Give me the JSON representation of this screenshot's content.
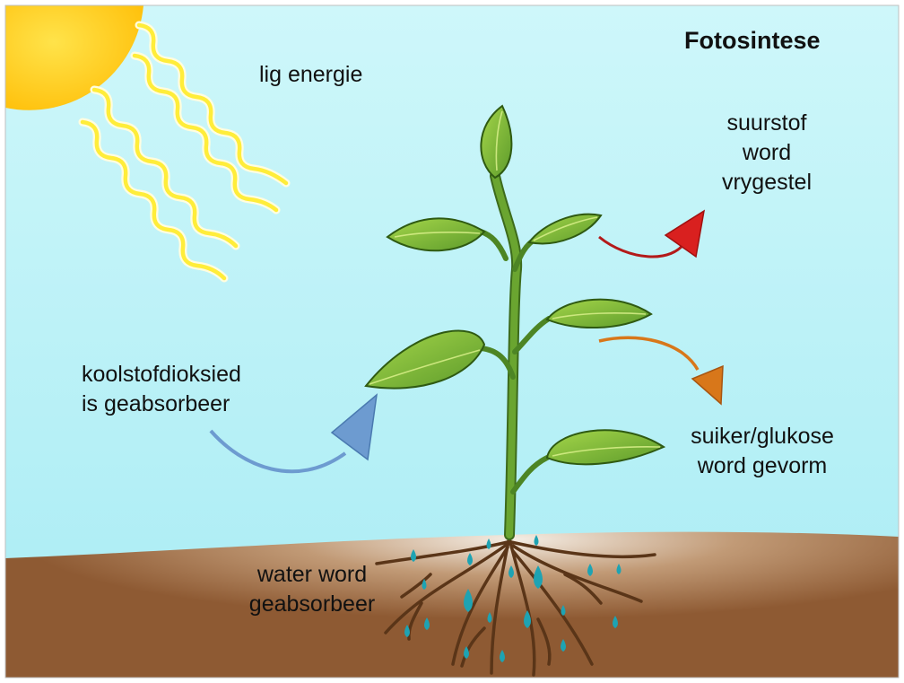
{
  "title": "Fotosintese",
  "labels": {
    "light": "lig energie",
    "oxygen": [
      "suurstof",
      "word",
      "vrygestel"
    ],
    "co2": [
      "koolstofdioksied",
      "is geabsorbeer"
    ],
    "sugar": [
      "suiker/glukose",
      "word gevorm"
    ],
    "water": [
      "water word",
      "geabsorbeer"
    ]
  },
  "colors": {
    "sky": "#bff3f8",
    "soil": "#8e5a33",
    "sun": "#ffd21f",
    "rays": "#fff04a",
    "stem": "#5f9a2a",
    "leaf": "#8cc63f",
    "root": "#5a3518",
    "water_drop": "#1ea3b3",
    "arrow_oxygen": "#d9201f",
    "arrow_sugar": "#d8771a",
    "arrow_co2": "#6d9bd0"
  }
}
